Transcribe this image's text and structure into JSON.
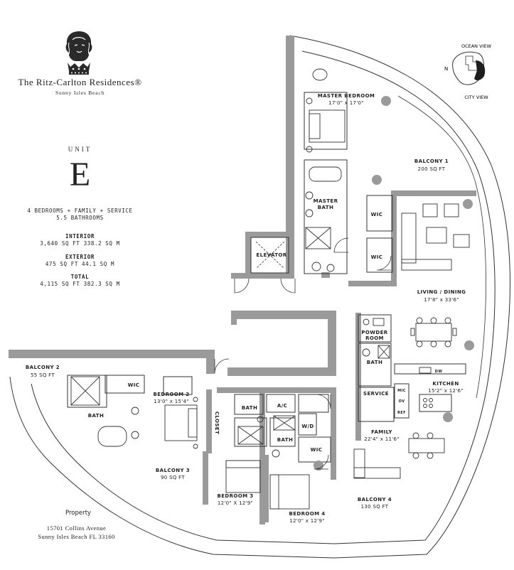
{
  "brand": {
    "name": "The Ritz-Carlton Residences®",
    "location": "Sunny Isles Beach"
  },
  "unit": {
    "label": "UNIT",
    "letter": "E"
  },
  "summary": {
    "bedrooms": "4 BEDROOMS + FAMILY + SERVICE",
    "bathrooms": "5.5 BATHROOMS",
    "interior_label": "INTERIOR",
    "interior_value": "3,640 SQ FT 338.2 SQ M",
    "exterior_label": "EXTERIOR",
    "exterior_value": "475 SQ FT 44.1 SQ M",
    "total_label": "TOTAL",
    "total_value": "4,115 SQ FT 382.3 SQ M"
  },
  "address": {
    "title": "Property",
    "street": "15701 Collins Avenue",
    "city": "Sunny Isles Beach FL 33160"
  },
  "keyplan": {
    "ocean_view": "OCEAN VIEW",
    "city_view": "CITY VIEW",
    "north": "N"
  },
  "rooms": {
    "master_bedroom": {
      "name": "MASTER BEDROOM",
      "dims": "17'0\" x 17'0\""
    },
    "balcony1": {
      "name": "BALCONY 1",
      "dims": "200 SQ FT"
    },
    "master_bath": {
      "line1": "MASTER",
      "line2": "BATH"
    },
    "wic_master_1": "WIC",
    "wic_master_2": "WIC",
    "elevator": "ELEVATOR",
    "living_dining": {
      "name": "LIVING / DINING",
      "dims": "17'8\" x 33'6\""
    },
    "powder_room": {
      "line1": "POWDER",
      "line2": "ROOM"
    },
    "kitchen": {
      "name": "KITCHEN",
      "dims": "15'2\" x 12'6\""
    },
    "balcony2": {
      "name": "BALCONY 2",
      "dims": "55 SQ FT"
    },
    "wic_bed2": "WIC",
    "bedroom2": {
      "name": "BEDROOM 2",
      "dims": "13'0\" x 15'4\""
    },
    "bath_bed2": "BATH",
    "closet": "CLOSET",
    "bath_center": "BATH",
    "ac": "A/C",
    "wd": "W/D",
    "bath_center2": "BATH",
    "wic_bed4": "WIC",
    "bath_service": "BATH",
    "service": "SERVICE",
    "appliances": {
      "mic": "MIC",
      "ov": "OV",
      "ref": "REF",
      "dw": "DW"
    },
    "family": {
      "name": "FAMILY",
      "dims": "22'4\" x 11'6\""
    },
    "balcony3": {
      "name": "BALCONY 3",
      "dims": "90 SQ FT"
    },
    "bedroom3": {
      "name": "BEDROOM 3",
      "dims": "12'0\" X 12'9\""
    },
    "bedroom4": {
      "name": "BEDROOM 4",
      "dims": "12'0\" x 12'9\""
    },
    "balcony4": {
      "name": "BALCONY 4",
      "dims": "130 SQ FT"
    }
  }
}
